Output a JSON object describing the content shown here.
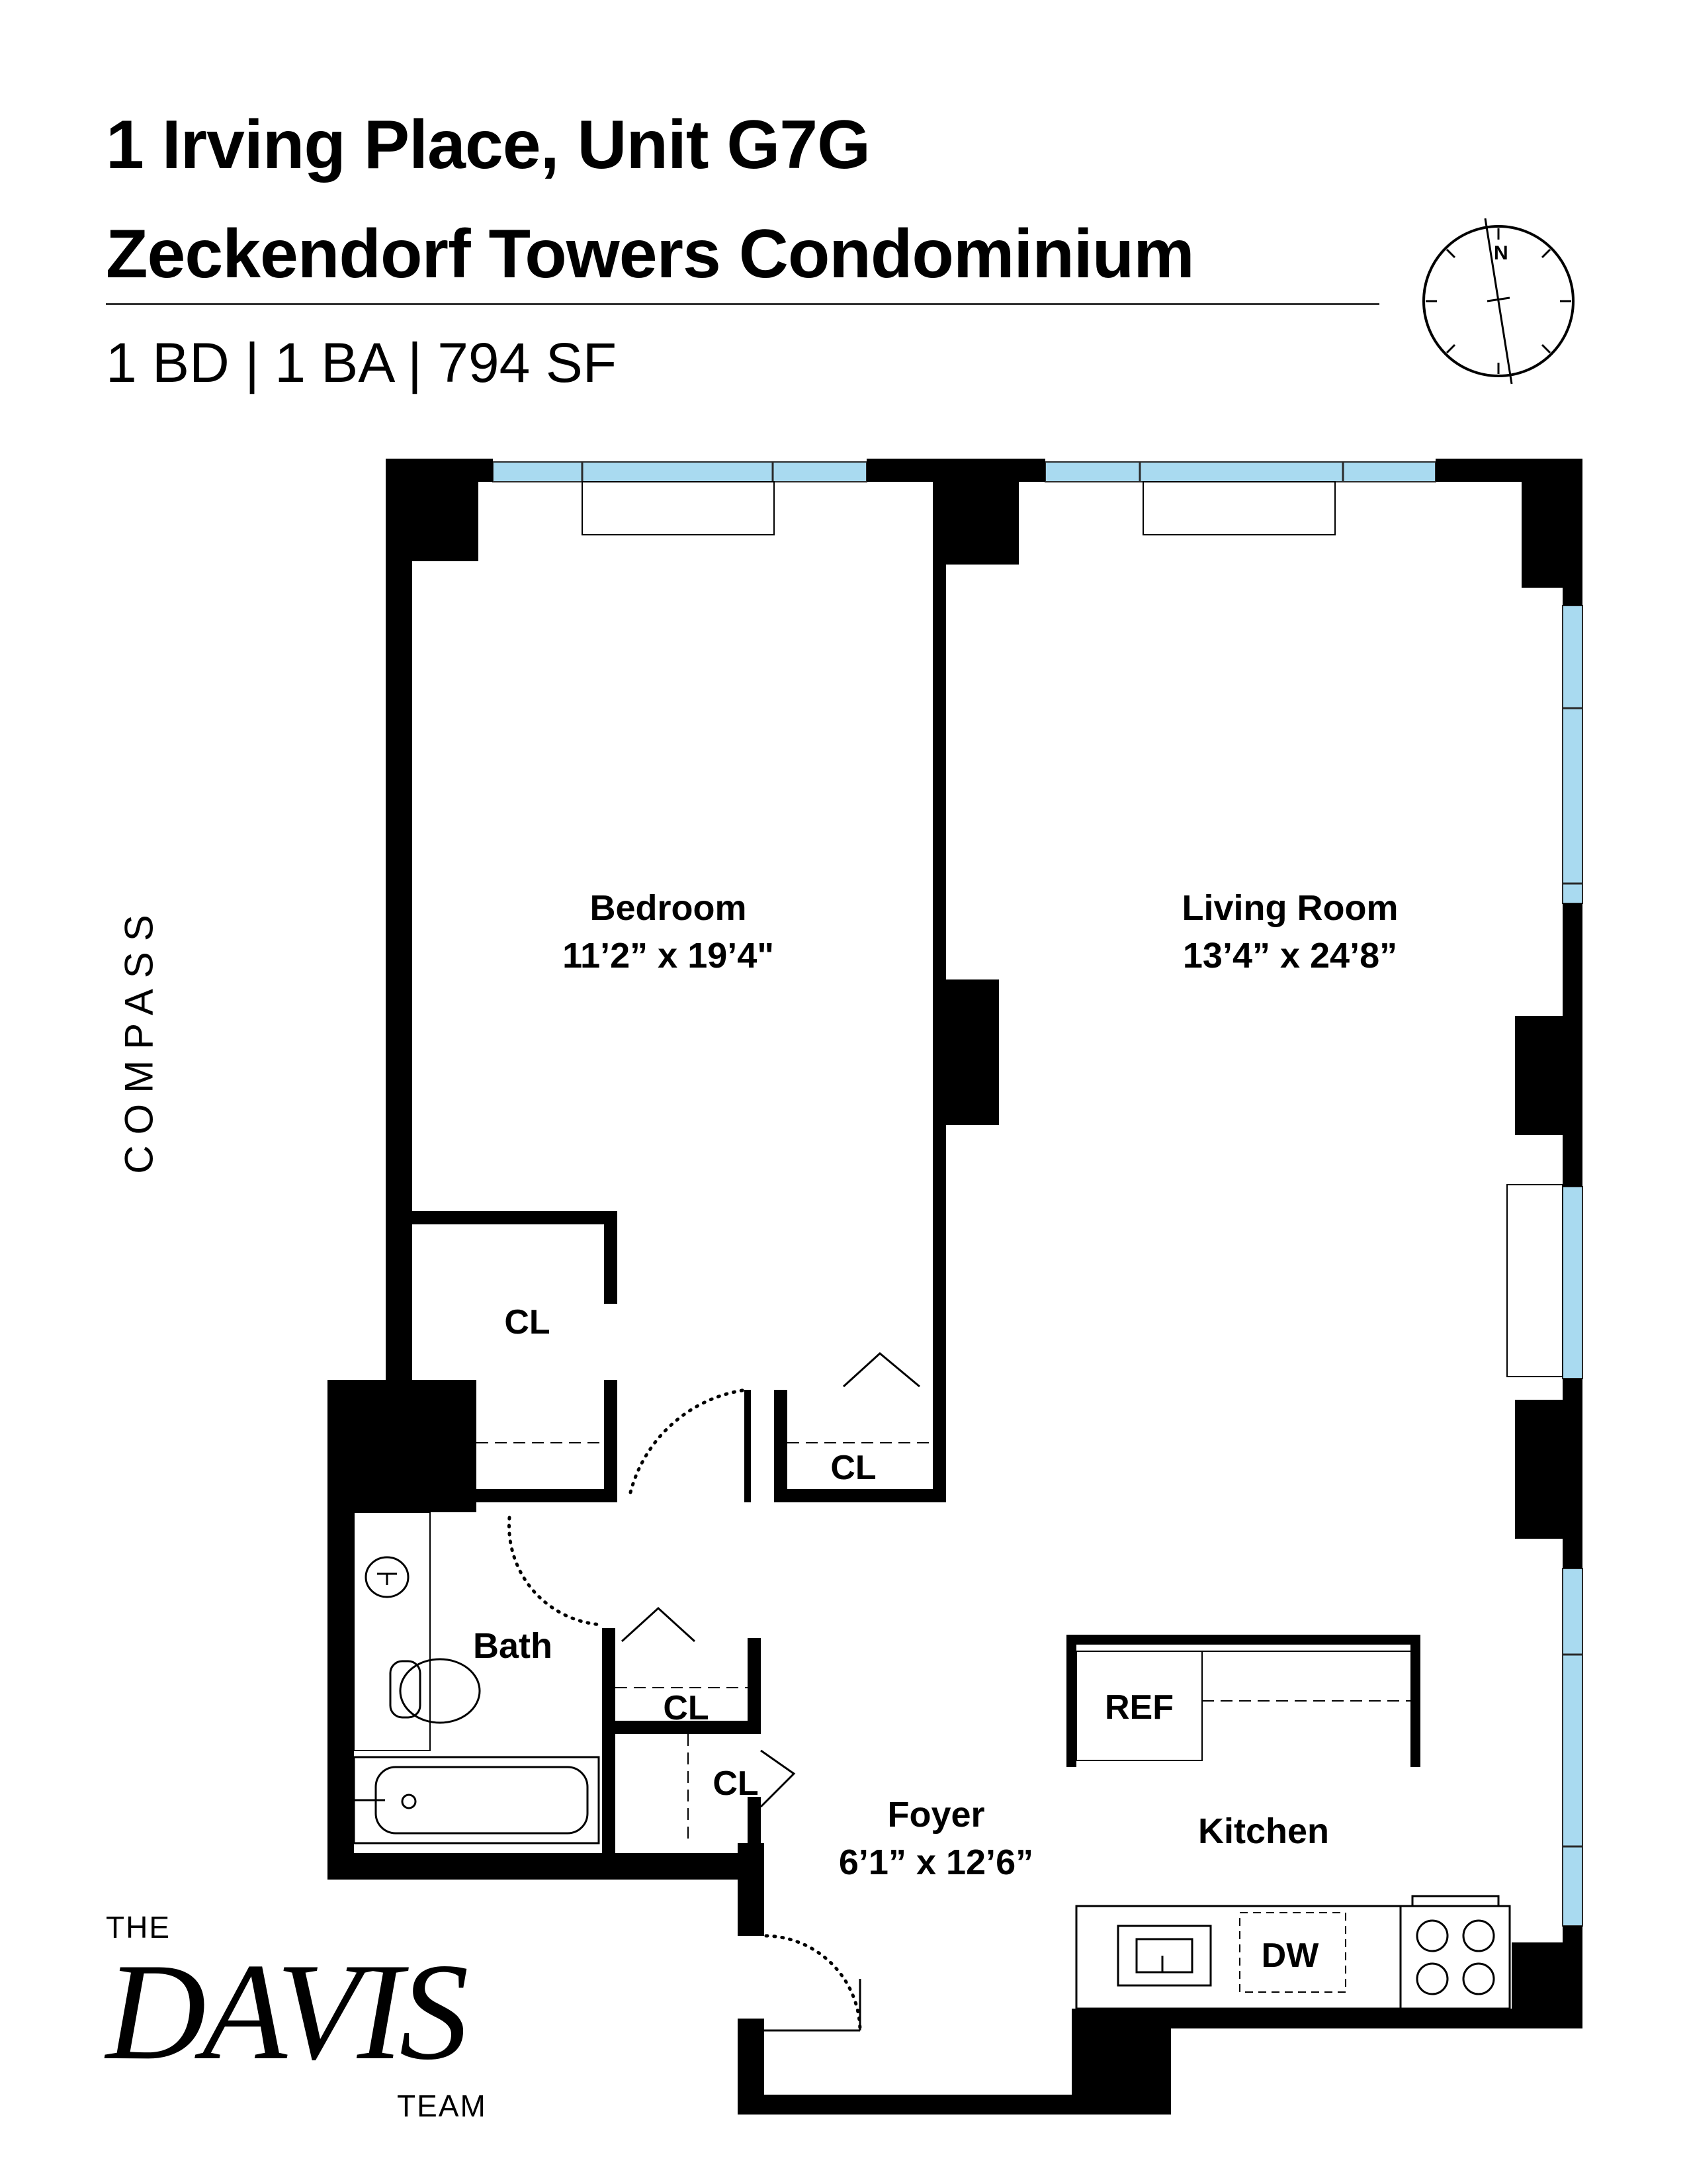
{
  "header": {
    "address": "1 Irving Place, Unit G7G",
    "building": "Zeckendorf Towers Condominium",
    "stats": "1 BD  |  1 BA  |  794 SF"
  },
  "compass_rose": {
    "north_label": "N"
  },
  "brand": {
    "vertical_logo": "COMPASS"
  },
  "team_logo": {
    "the": "THE",
    "name": "DAVIS",
    "team": "TEAM"
  },
  "colors": {
    "wall": "#000000",
    "window": "#a9daf0",
    "rule": "#333333"
  },
  "rooms": {
    "bedroom": {
      "name": "Bedroom",
      "dims": "11’2” x 19’4\""
    },
    "living_room": {
      "name": "Living Room",
      "dims": "13’4” x 24’8”"
    },
    "foyer": {
      "name": "Foyer",
      "dims": "6’1” x 12’6”"
    },
    "kitchen": {
      "name": "Kitchen"
    },
    "bath": {
      "name": "Bath"
    }
  },
  "closets": {
    "label": "CL"
  },
  "fixtures": {
    "ref": "REF",
    "dw": "DW"
  }
}
